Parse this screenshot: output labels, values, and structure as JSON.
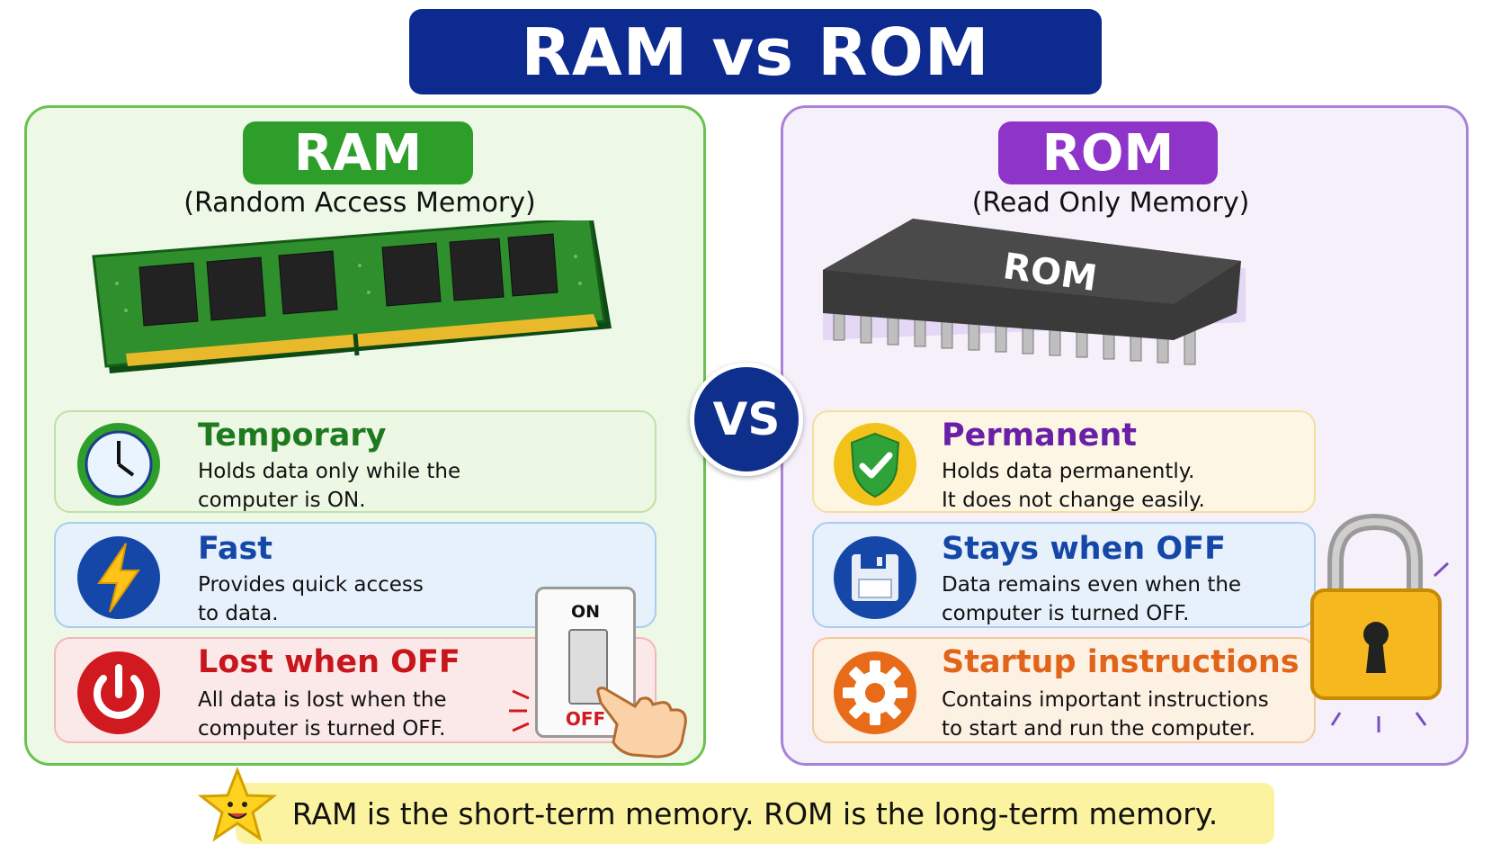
{
  "title": "RAM vs ROM",
  "vs_label": "VS",
  "ram": {
    "label": "RAM",
    "subtitle": "(Random Access Memory)",
    "features": [
      {
        "title": "Temporary",
        "line1": "Holds data only while the",
        "line2": "computer is ON.",
        "icon": "clock-icon",
        "color": "#1f7a1f"
      },
      {
        "title": "Fast",
        "line1": "Provides quick access",
        "line2": "to data.",
        "icon": "lightning-icon",
        "color": "#1547a8"
      },
      {
        "title": "Lost when OFF",
        "line1": "All data is lost when the",
        "line2": "computer is turned OFF.",
        "icon": "power-icon",
        "color": "#c8161d"
      }
    ],
    "switch": {
      "on_label": "ON",
      "off_label": "OFF"
    }
  },
  "rom": {
    "label": "ROM",
    "subtitle": "(Read Only Memory)",
    "chip_label": "ROM",
    "features": [
      {
        "title": "Permanent",
        "line1": "Holds data permanently.",
        "line2": "It does not change easily.",
        "icon": "shield-check-icon",
        "color": "#6a1fa8"
      },
      {
        "title": "Stays when OFF",
        "line1": "Data remains even when the",
        "line2": "computer is turned OFF.",
        "icon": "floppy-disk-icon",
        "color": "#1547a8"
      },
      {
        "title": "Startup instructions",
        "line1": "Contains important instructions",
        "line2": "to start and run the computer.",
        "icon": "gear-icon",
        "color": "#e0651a"
      }
    ]
  },
  "footer": "RAM is the short-term memory. ROM is the long-term memory."
}
